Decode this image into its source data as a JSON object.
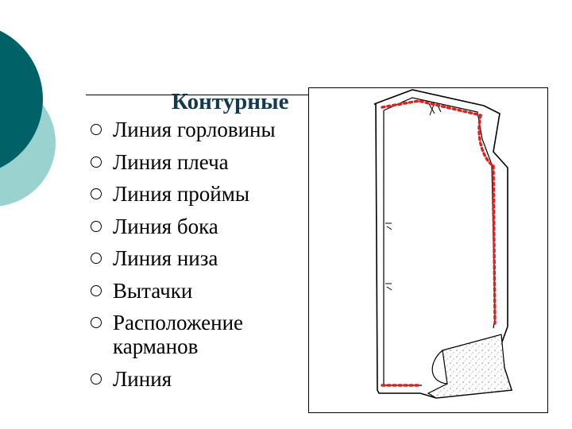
{
  "slide": {
    "title": "Контурные",
    "items": [
      {
        "label": "Линия горловины"
      },
      {
        "label": "Линия плеча"
      },
      {
        "label": "Линия проймы"
      },
      {
        "label": "Линия бока"
      },
      {
        "label": "Линия низа"
      },
      {
        "label": "Вытачки"
      },
      {
        "label": "Расположение карманов"
      },
      {
        "label": "Линия"
      }
    ]
  },
  "colors": {
    "teal_dark": "#006266",
    "teal_light": "#9ad2cf",
    "contour_red": "#e0201e",
    "title_color": "#133a4e"
  },
  "icons": [
    "bullet-ring-icon",
    "garment-pattern-image"
  ]
}
